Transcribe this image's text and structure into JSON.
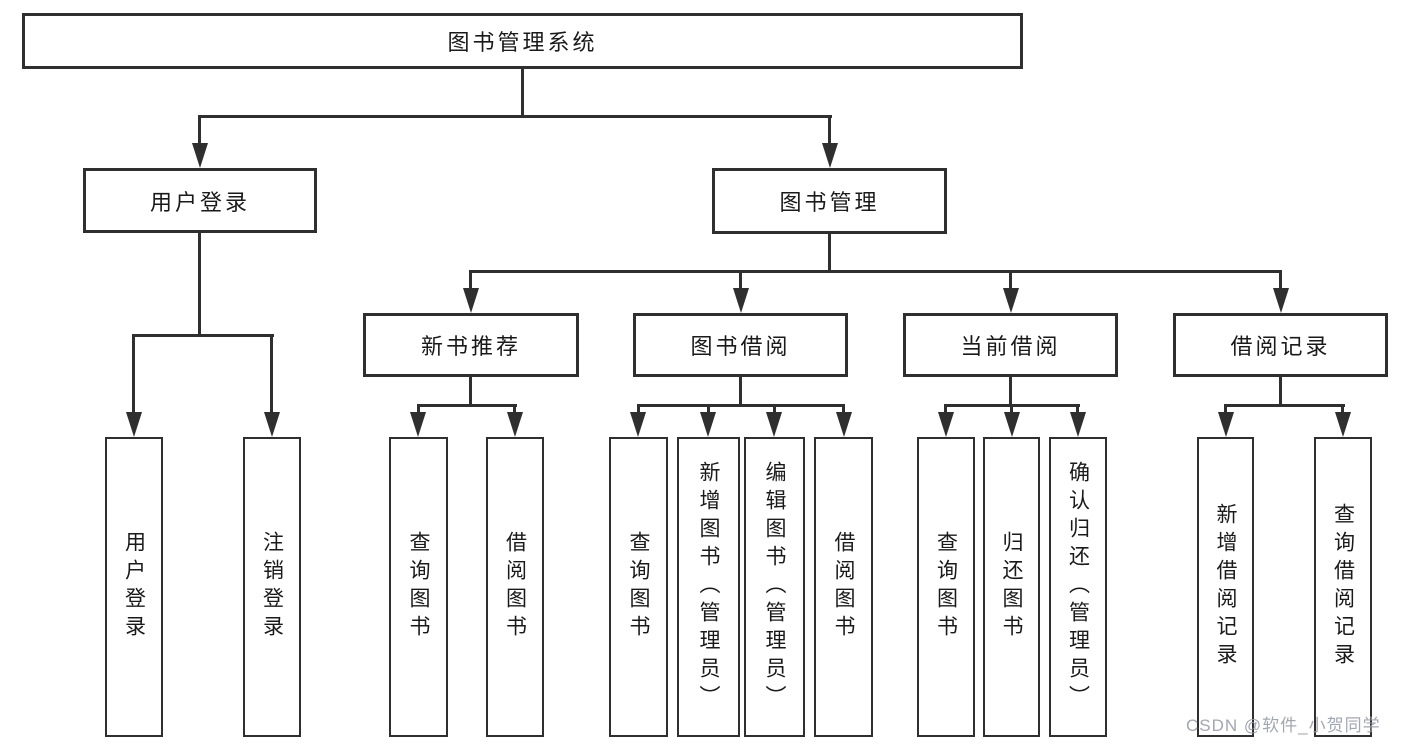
{
  "diagram_title": "图书管理系统",
  "colors": {
    "line": "#2f2f2f",
    "text": "#1a1a1a",
    "node_background": "#ffffff",
    "watermark": "#969ba6"
  },
  "watermark": {
    "text": "CSDN @软件_小贺同学"
  },
  "tree": {
    "root": {
      "label": "图书管理系统"
    },
    "branches": [
      {
        "label": "用户登录",
        "children": [
          {
            "label": "用户登录"
          },
          {
            "label": "注销登录"
          }
        ]
      },
      {
        "label": "图书管理",
        "children": [
          {
            "label": "新书推荐",
            "children": [
              {
                "label": "查询图书"
              },
              {
                "label": "借阅图书"
              }
            ]
          },
          {
            "label": "图书借阅",
            "children": [
              {
                "label": "查询图书"
              },
              {
                "label": "新增图书（管理员）"
              },
              {
                "label": "编辑图书（管理员）"
              },
              {
                "label": "借阅图书"
              }
            ]
          },
          {
            "label": "当前借阅",
            "children": [
              {
                "label": "查询图书"
              },
              {
                "label": "归还图书"
              },
              {
                "label": "确认归还（管理员）"
              }
            ]
          },
          {
            "label": "借阅记录",
            "children": [
              {
                "label": "新增借阅记录"
              },
              {
                "label": "查询借阅记录"
              }
            ]
          }
        ]
      }
    ]
  }
}
